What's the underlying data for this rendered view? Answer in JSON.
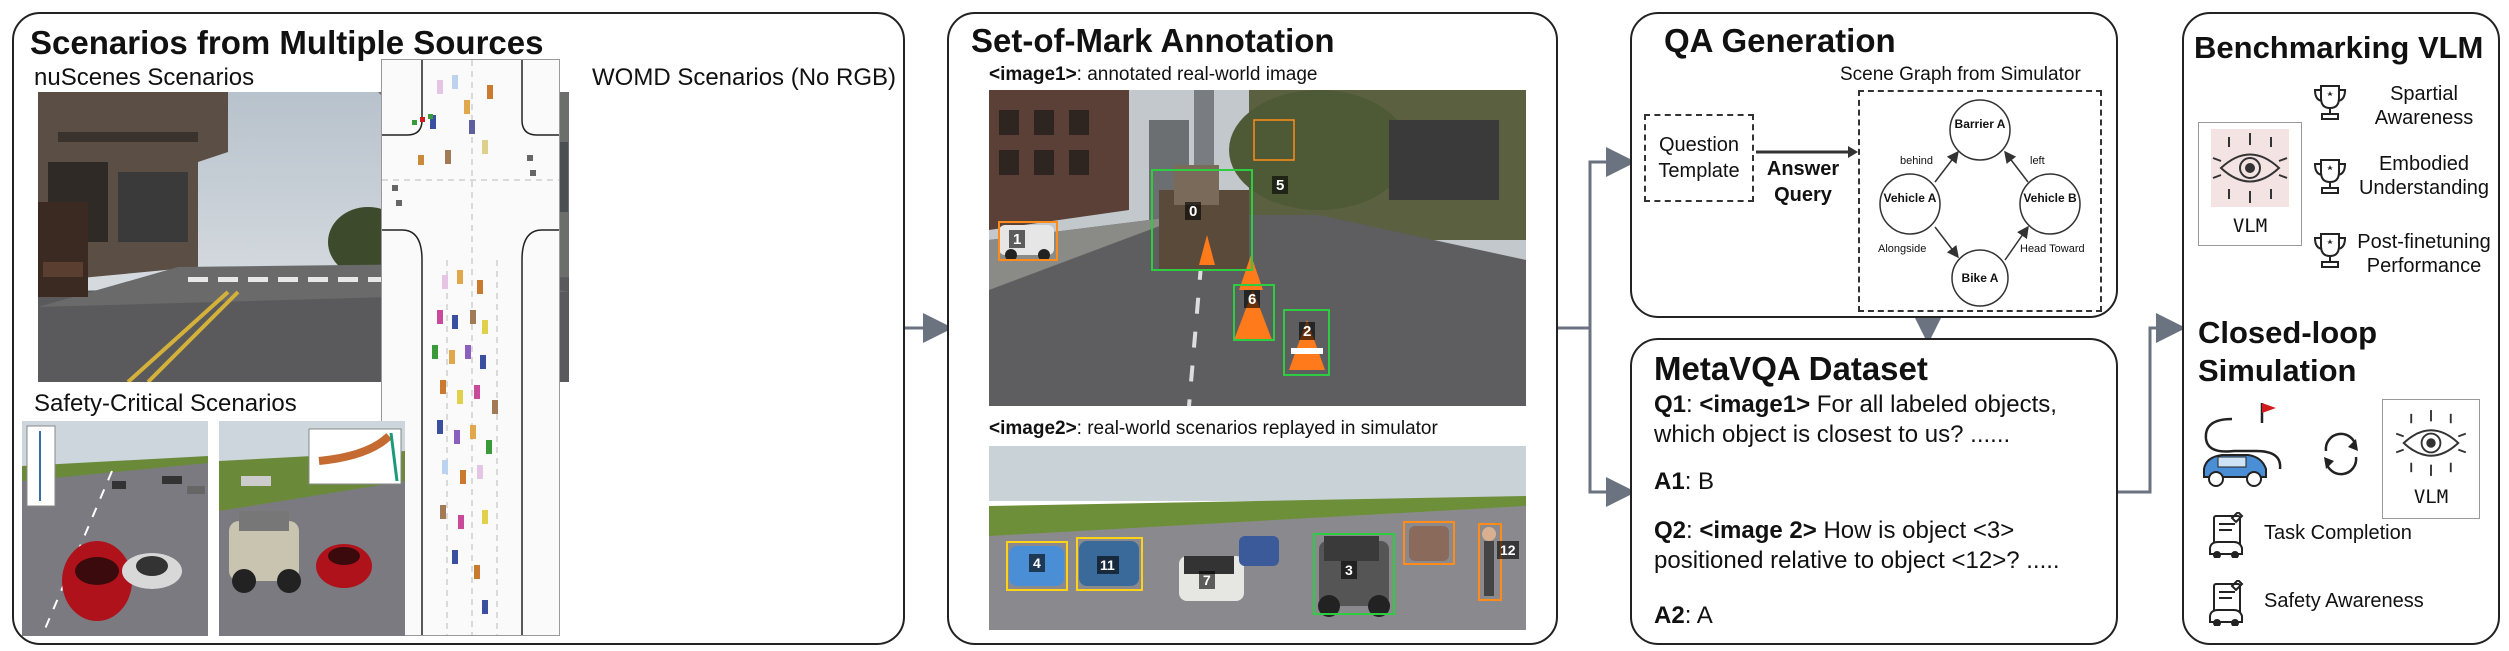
{
  "panel1": {
    "title": "Scenarios from Multiple Sources",
    "nuscenes_label": "nuScenes Scenarios",
    "womd_label": "WOMD Scenarios (No RGB)",
    "safety_label": "Safety-Critical Scenarios"
  },
  "panel2": {
    "title": "Set-of-Mark Annotation",
    "image1_tag": "<image1>",
    "image1_caption": ": annotated real-world image",
    "image2_tag": "<image2>",
    "image2_caption": ": real-world scenarios replayed in simulator",
    "marks_real": [
      "0",
      "1",
      "2",
      "5",
      "6"
    ],
    "marks_sim": [
      "3",
      "4",
      "7",
      "11",
      "12"
    ]
  },
  "panel3": {
    "title": "QA Generation",
    "scene_graph_title": "Scene Graph from Simulator",
    "question_template": "Question Template",
    "answer_query": "Answer Query",
    "nodes": [
      "Barrier A",
      "Vehicle A",
      "Vehicle B",
      "Bike A"
    ],
    "edges": [
      "behind",
      "left",
      "Alongside",
      "Head Toward"
    ]
  },
  "panel4": {
    "title": "MetaVQA Dataset",
    "q1_label": "Q1",
    "q1_tag": "<image1>",
    "q1_text": "For all labeled objects, which object is closest to us? ......",
    "a1_label": "A1",
    "a1_text": "B",
    "q2_label": "Q2",
    "q2_tag": "<image 2>",
    "q2_text": "How is object <3> positioned relative to object <12>? .....",
    "a2_label": "A2",
    "a2_text": "A"
  },
  "panel5": {
    "title": "Benchmarking VLM",
    "vlm_label": "VLM",
    "bench_items": [
      "Spartial Awareness",
      "Embodied Understanding",
      "Post-finetuning Performance"
    ],
    "closed_loop_title": "Closed-loop Simulation",
    "closed_items": [
      "Task Completion",
      "Safety Awareness"
    ]
  },
  "colors": {
    "panel_border": "#222222",
    "arrow": "#6b7280",
    "road": "#3b3b40",
    "grass": "#6e8f3a",
    "sky": "#cfd4d8",
    "mark_green": "#2ecc40",
    "mark_orange": "#ff8c1a",
    "car_red": "#b0121b",
    "car_blue": "#4a8fd6"
  }
}
